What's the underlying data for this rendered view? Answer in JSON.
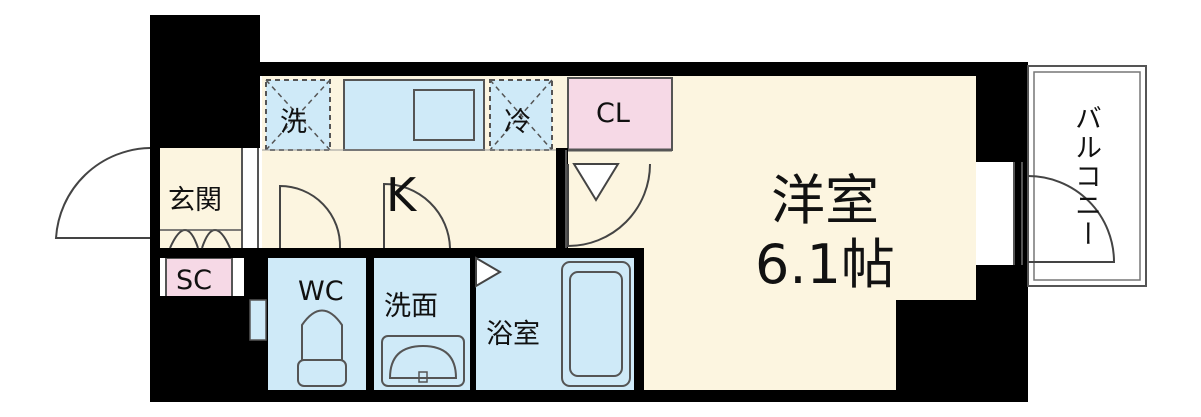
{
  "rooms": {
    "washer": "洗",
    "fridge": "冷",
    "closet": "CL",
    "kitchen": "K",
    "entrance": "玄関",
    "shoe_closet": "SC",
    "toilet": "WC",
    "washroom": "洗面",
    "bathroom": "浴室",
    "western_room": "洋室",
    "western_room_size": "6.1帖",
    "balcony": "バルコニー"
  },
  "colors": {
    "wall": "#000000",
    "floor": "#fcf5e0",
    "water_area": "#cfeaf8",
    "closet": "#f6d9e6",
    "line": "#555555"
  }
}
